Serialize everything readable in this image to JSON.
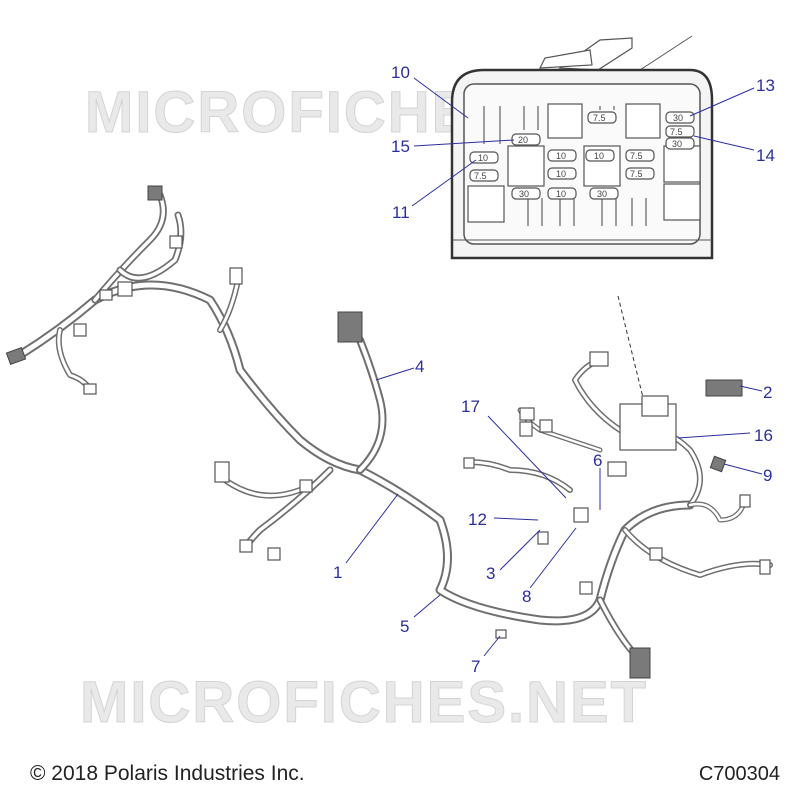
{
  "watermark_text": "MICROFICHES.NET",
  "copyright": "© 2018 Polaris Industries Inc.",
  "figure_id": "C700304",
  "callouts": [
    "1",
    "2",
    "3",
    "4",
    "5",
    "6",
    "7",
    "8",
    "9",
    "10",
    "11",
    "12",
    "13",
    "14",
    "15",
    "16",
    "17"
  ],
  "fuse_labels": [
    "30",
    "7.5",
    "20",
    "10",
    "7.5",
    "10",
    "10",
    "7.5",
    "7.5",
    "30",
    "10",
    "30",
    "30",
    "7.5",
    "10"
  ],
  "colors": {
    "callout": "#2b2f9e",
    "line_art": "#555555",
    "watermark": "#e4e4e4"
  }
}
